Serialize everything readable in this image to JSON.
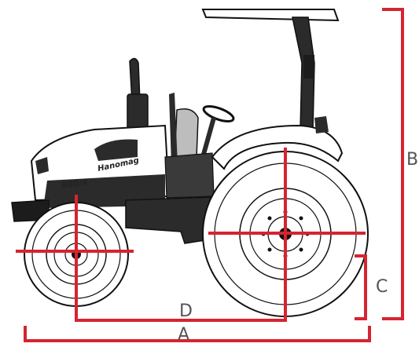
{
  "labels": {
    "a": "A",
    "b": "B",
    "c": "C",
    "d": "D"
  },
  "decals": {
    "brand": "Hanomag",
    "model": "800/4"
  },
  "colors": {
    "dimension_line": "#d62430",
    "tractor_body": "#ffffff",
    "tractor_dark": "#2b2b2b",
    "label": "#555555",
    "outline": "#111111"
  }
}
